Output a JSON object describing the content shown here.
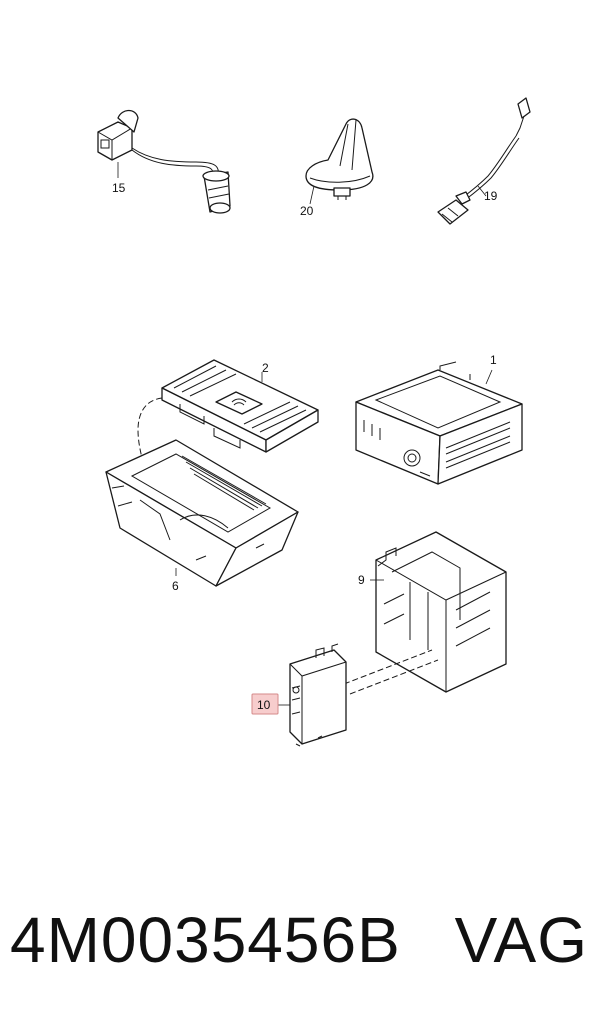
{
  "callouts": {
    "c15": "15",
    "c20": "20",
    "c19": "19",
    "c2": "2",
    "c1": "1",
    "c6": "6",
    "c9": "9",
    "c10": "10"
  },
  "highlight_color": "#f4b8b8",
  "footer": {
    "part_number": "4M0035456B",
    "brand": "VAG"
  }
}
